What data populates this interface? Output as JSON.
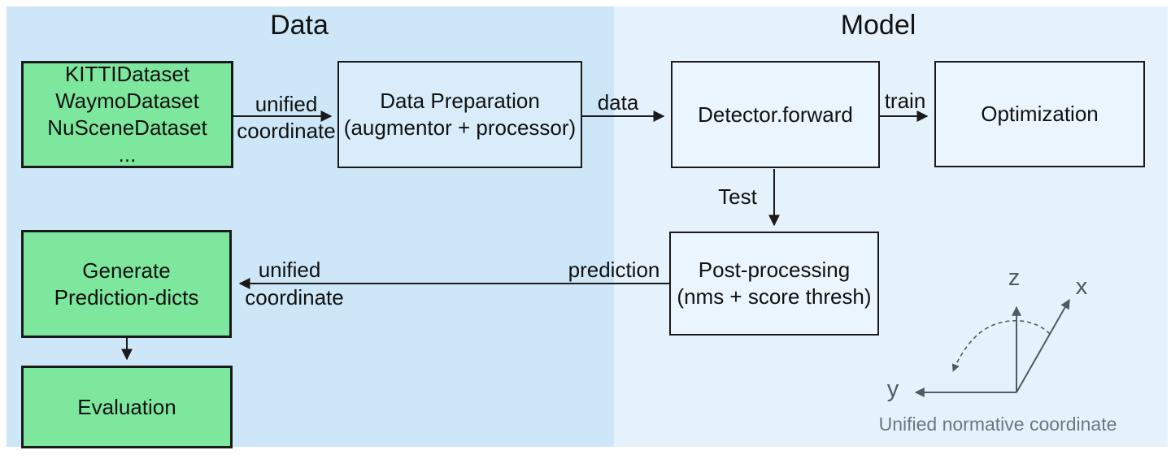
{
  "titles": {
    "data": "Data",
    "model": "Model"
  },
  "boxes": {
    "datasets": {
      "lines": [
        "KITTIDataset",
        "WaymoDataset",
        "NuSceneDataset",
        "..."
      ]
    },
    "data_preparation": {
      "lines": [
        "Data Preparation",
        "(augmentor + processor)"
      ]
    },
    "detector": {
      "lines": [
        "Detector.forward"
      ]
    },
    "optimization": {
      "lines": [
        "Optimization"
      ]
    },
    "post_processing": {
      "lines": [
        "Post-processing",
        "(nms + score thresh)"
      ]
    },
    "generate_prediction": {
      "lines": [
        "Generate",
        "Prediction-dicts"
      ]
    },
    "evaluation": {
      "lines": [
        "Evaluation"
      ]
    }
  },
  "edges": {
    "datasets_to_prep": {
      "top": "unified",
      "bottom": "coordinate"
    },
    "prep_to_detector": {
      "label": "data"
    },
    "detector_to_optimization": {
      "label": "train"
    },
    "detector_to_postprocessing": {
      "label": "Test"
    },
    "postprocessing_to_generate": {
      "right": "prediction",
      "top": "unified",
      "bottom": "coordinate"
    }
  },
  "coordinate_diagram": {
    "z": "z",
    "x": "x",
    "y": "y",
    "caption": "Unified normative coordinate"
  },
  "colors": {
    "panel_data_bg": "#cde7f8",
    "panel_model_bg": "#e6f2fb",
    "green_fill": "#7de79e",
    "prep_box_fill": "#d9ecfa",
    "light_box_fill": "#ebf5fd",
    "line": "#1a1a1a",
    "axes": "#4f5b66",
    "caption_text": "#6b7884"
  }
}
